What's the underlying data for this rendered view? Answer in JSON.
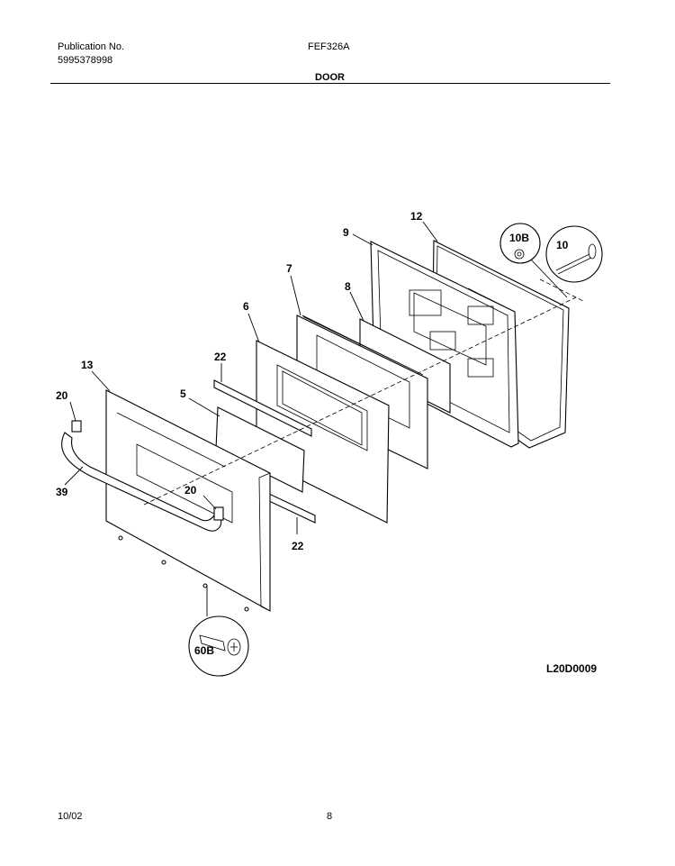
{
  "header": {
    "publication_label": "Publication No.",
    "publication_number": "5995378998",
    "model": "FEF326A",
    "section_title": "DOOR"
  },
  "diagram": {
    "callouts": {
      "p12": "12",
      "p9": "9",
      "p10b": "10B",
      "p10": "10",
      "p7": "7",
      "p8": "8",
      "p6": "6",
      "p22_top": "22",
      "p13": "13",
      "p20_left": "20",
      "p5": "5",
      "p39": "39",
      "p20_mid": "20",
      "p22_bottom": "22",
      "p60b": "60B"
    },
    "drawing_code": "L20D0009"
  },
  "footer": {
    "date": "10/02",
    "page_number": "8"
  }
}
